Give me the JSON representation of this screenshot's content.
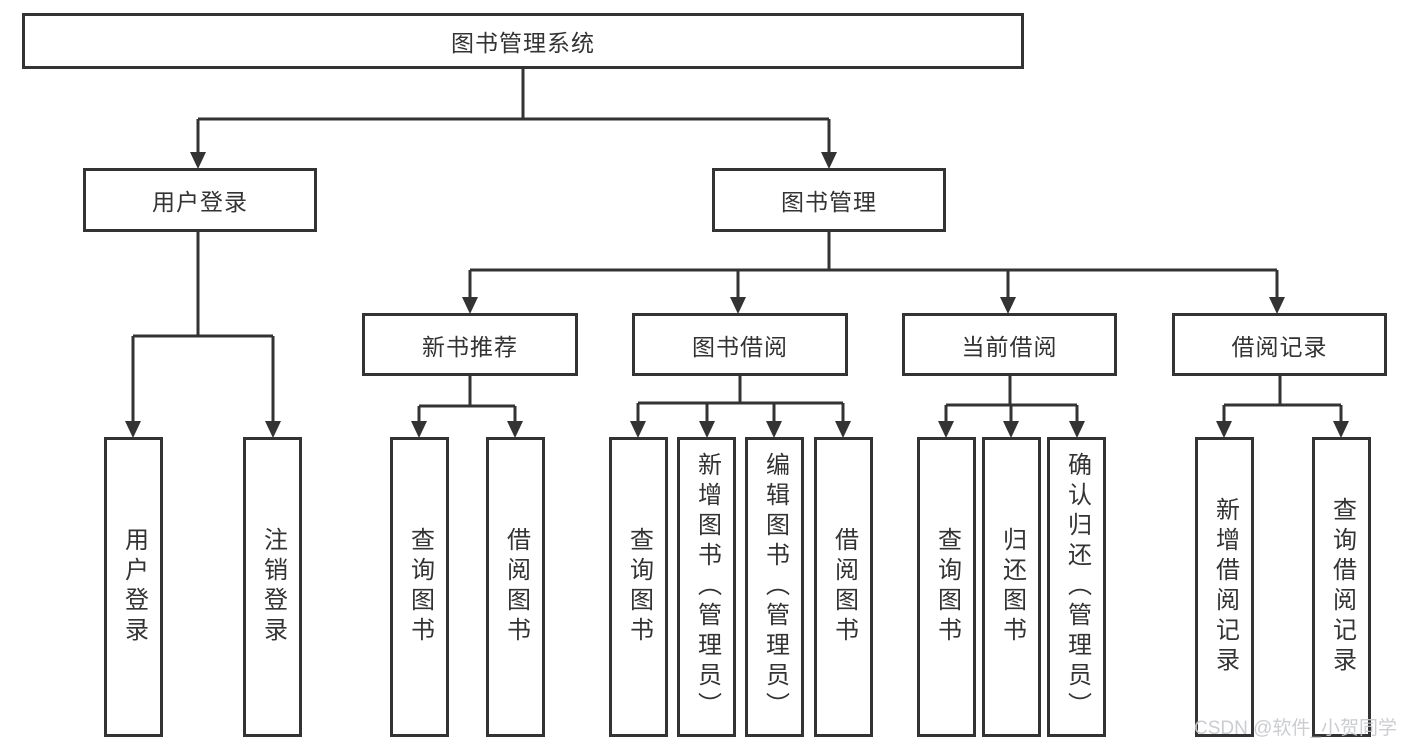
{
  "diagram": {
    "root": {
      "label": "图书管理系统"
    },
    "nodes": {
      "user_login": {
        "label": "用户登录",
        "children": [
          "用户登录",
          "注销登录"
        ]
      },
      "book_mgmt": {
        "label": "图书管理"
      },
      "new_book_rec": {
        "label": "新书推荐",
        "children": [
          "查询图书",
          "借阅图书"
        ]
      },
      "book_borrow": {
        "label": "图书借阅",
        "children": [
          "查询图书",
          "新增图书（管理员）",
          "编辑图书（管理员）",
          "借阅图书"
        ]
      },
      "current_borrow": {
        "label": "当前借阅",
        "children": [
          "查询图书",
          "归还图书",
          "确认归还（管理员）"
        ]
      },
      "borrow_record": {
        "label": "借阅记录",
        "children": [
          "新增借阅记录",
          "查询借阅记录"
        ]
      }
    }
  },
  "watermark": {
    "text": "CSDN @软件_小贺同学"
  },
  "colors": {
    "line": "#333333",
    "text": "#333333",
    "box_background": "#ffffff",
    "page_background": "#ffffff",
    "watermark": "#c7c9cd"
  }
}
